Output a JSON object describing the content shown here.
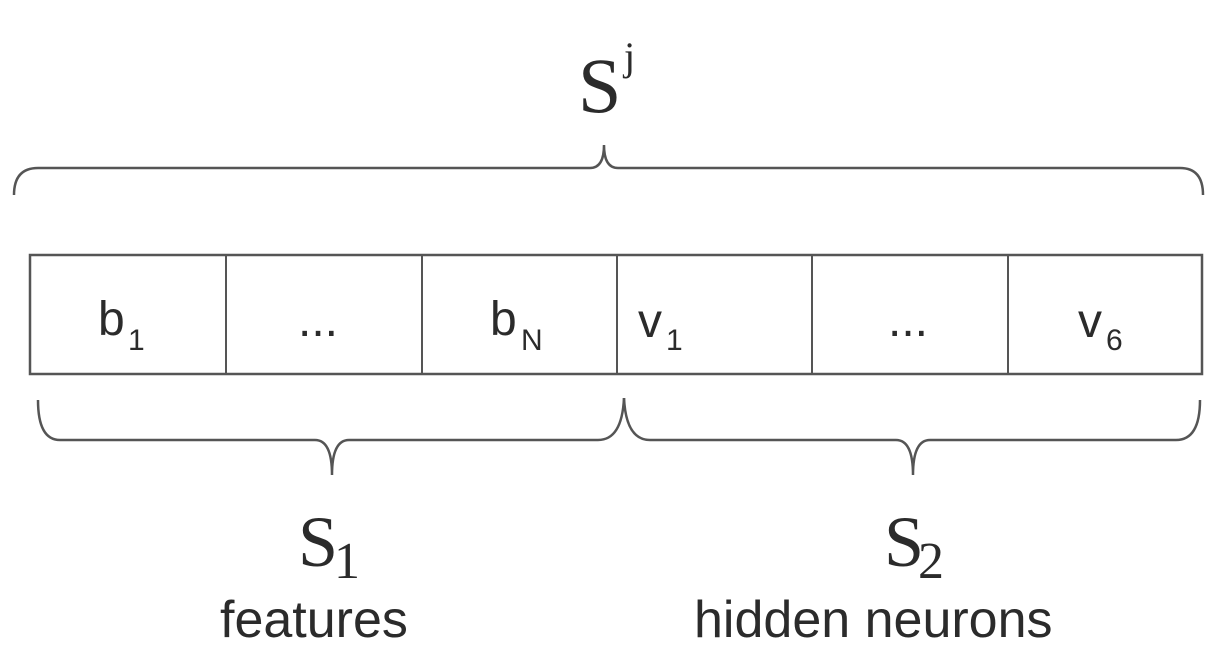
{
  "top_label": {
    "base": "S",
    "sup": "j"
  },
  "cells": [
    {
      "base": "b",
      "sub": "1"
    },
    {
      "base": "...",
      "sub": ""
    },
    {
      "base": "b",
      "sub": "N"
    },
    {
      "base": "v",
      "sub": "1"
    },
    {
      "base": "...",
      "sub": ""
    },
    {
      "base": "v",
      "sub": "6"
    }
  ],
  "groups": [
    {
      "label_base": "S",
      "label_sub": "1",
      "caption": "features"
    },
    {
      "label_base": "S",
      "label_sub": "2",
      "caption": "hidden neurons"
    }
  ],
  "colors": {
    "line": "#555555",
    "text": "#2b2b2b",
    "background": "#ffffff"
  }
}
